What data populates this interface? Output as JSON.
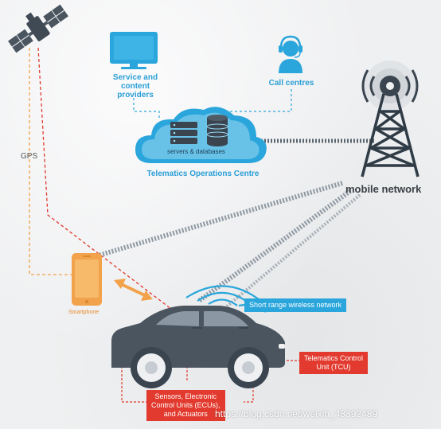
{
  "labels": {
    "service_providers": "Service and\ncontent\nproviders",
    "call_centres": "Call centres",
    "servers_databases": "servers & databases",
    "ops_centre": "Telematics Operations Centre",
    "mobile_network": "mobile network",
    "gps": "GPS",
    "smartphone": "Smartphone",
    "short_range": "Short range wireless network",
    "tcu": "Telematics Control\nUnit (TCU)",
    "sensors": "Sensors, Electronic\nControl Units (ECUs),\nand Actuators",
    "watermark": "https://blog.csdn.net/weixin_43392489"
  },
  "icons": {
    "satellite": "satellite-icon",
    "monitor": "monitor-icon",
    "headset": "headset-icon",
    "cloud": "cloud-icon",
    "server": "server-icon",
    "database": "database-icon",
    "tower": "cell-tower-icon",
    "phone": "smartphone-icon",
    "car": "car-icon",
    "arrow": "double-arrow-icon"
  },
  "colors": {
    "accent_blue": "#2aa6dc",
    "accent_red": "#e23a2e",
    "accent_orange": "#f2a24a",
    "dark_slate": "#4a5560",
    "tower_dark": "#2f3b45"
  }
}
